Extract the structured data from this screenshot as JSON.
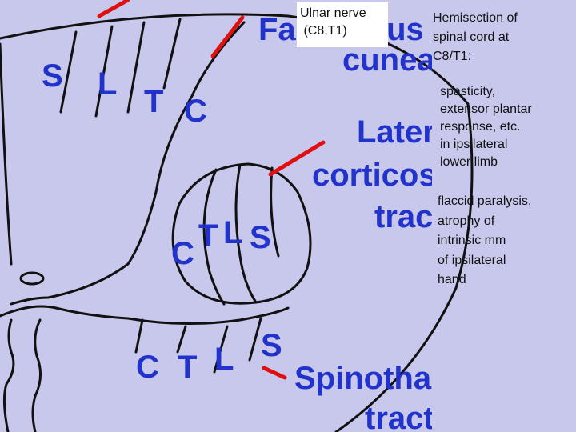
{
  "colors": {
    "background": "#c8c8ec",
    "outline": "#111111",
    "lamination_letters": "#2233cc",
    "tract_labels": "#2233cc",
    "lesion_marks": "#e01010"
  },
  "tract_labels": {
    "fasciculus": "Fasciculus",
    "cuneatus": "cuneatus",
    "lateral": "Lateral",
    "corticospinal": "corticospinal",
    "tract_1": "tract",
    "spinothalamic": "Spinothalamic",
    "tract_2": "tract"
  },
  "lamination": {
    "dorsal": [
      "S",
      "L",
      "T",
      "C"
    ],
    "corticospinal": [
      "C",
      "T",
      "L",
      "S"
    ],
    "spinothalamic": [
      "C",
      "T",
      "L",
      "S"
    ]
  },
  "ulnar_box": {
    "line1": "Ulnar nerve",
    "line2": " (C8,T1)"
  },
  "hemisection": {
    "line1": "Hemisection of",
    "line2": "spinal cord at",
    "line3": "C8/T1:"
  },
  "spasticity": {
    "line1": "spasticity,",
    "line2": "extensor plantar",
    "line3": "response, etc.",
    "line4": "in ipsilateral",
    "line5": "lower limb"
  },
  "flaccid": {
    "line1": "flaccid paralysis,",
    "line2": "atrophy of",
    "line3": "intrinsic mm",
    "line4": "of ipsilateral",
    "line5": "hand"
  }
}
